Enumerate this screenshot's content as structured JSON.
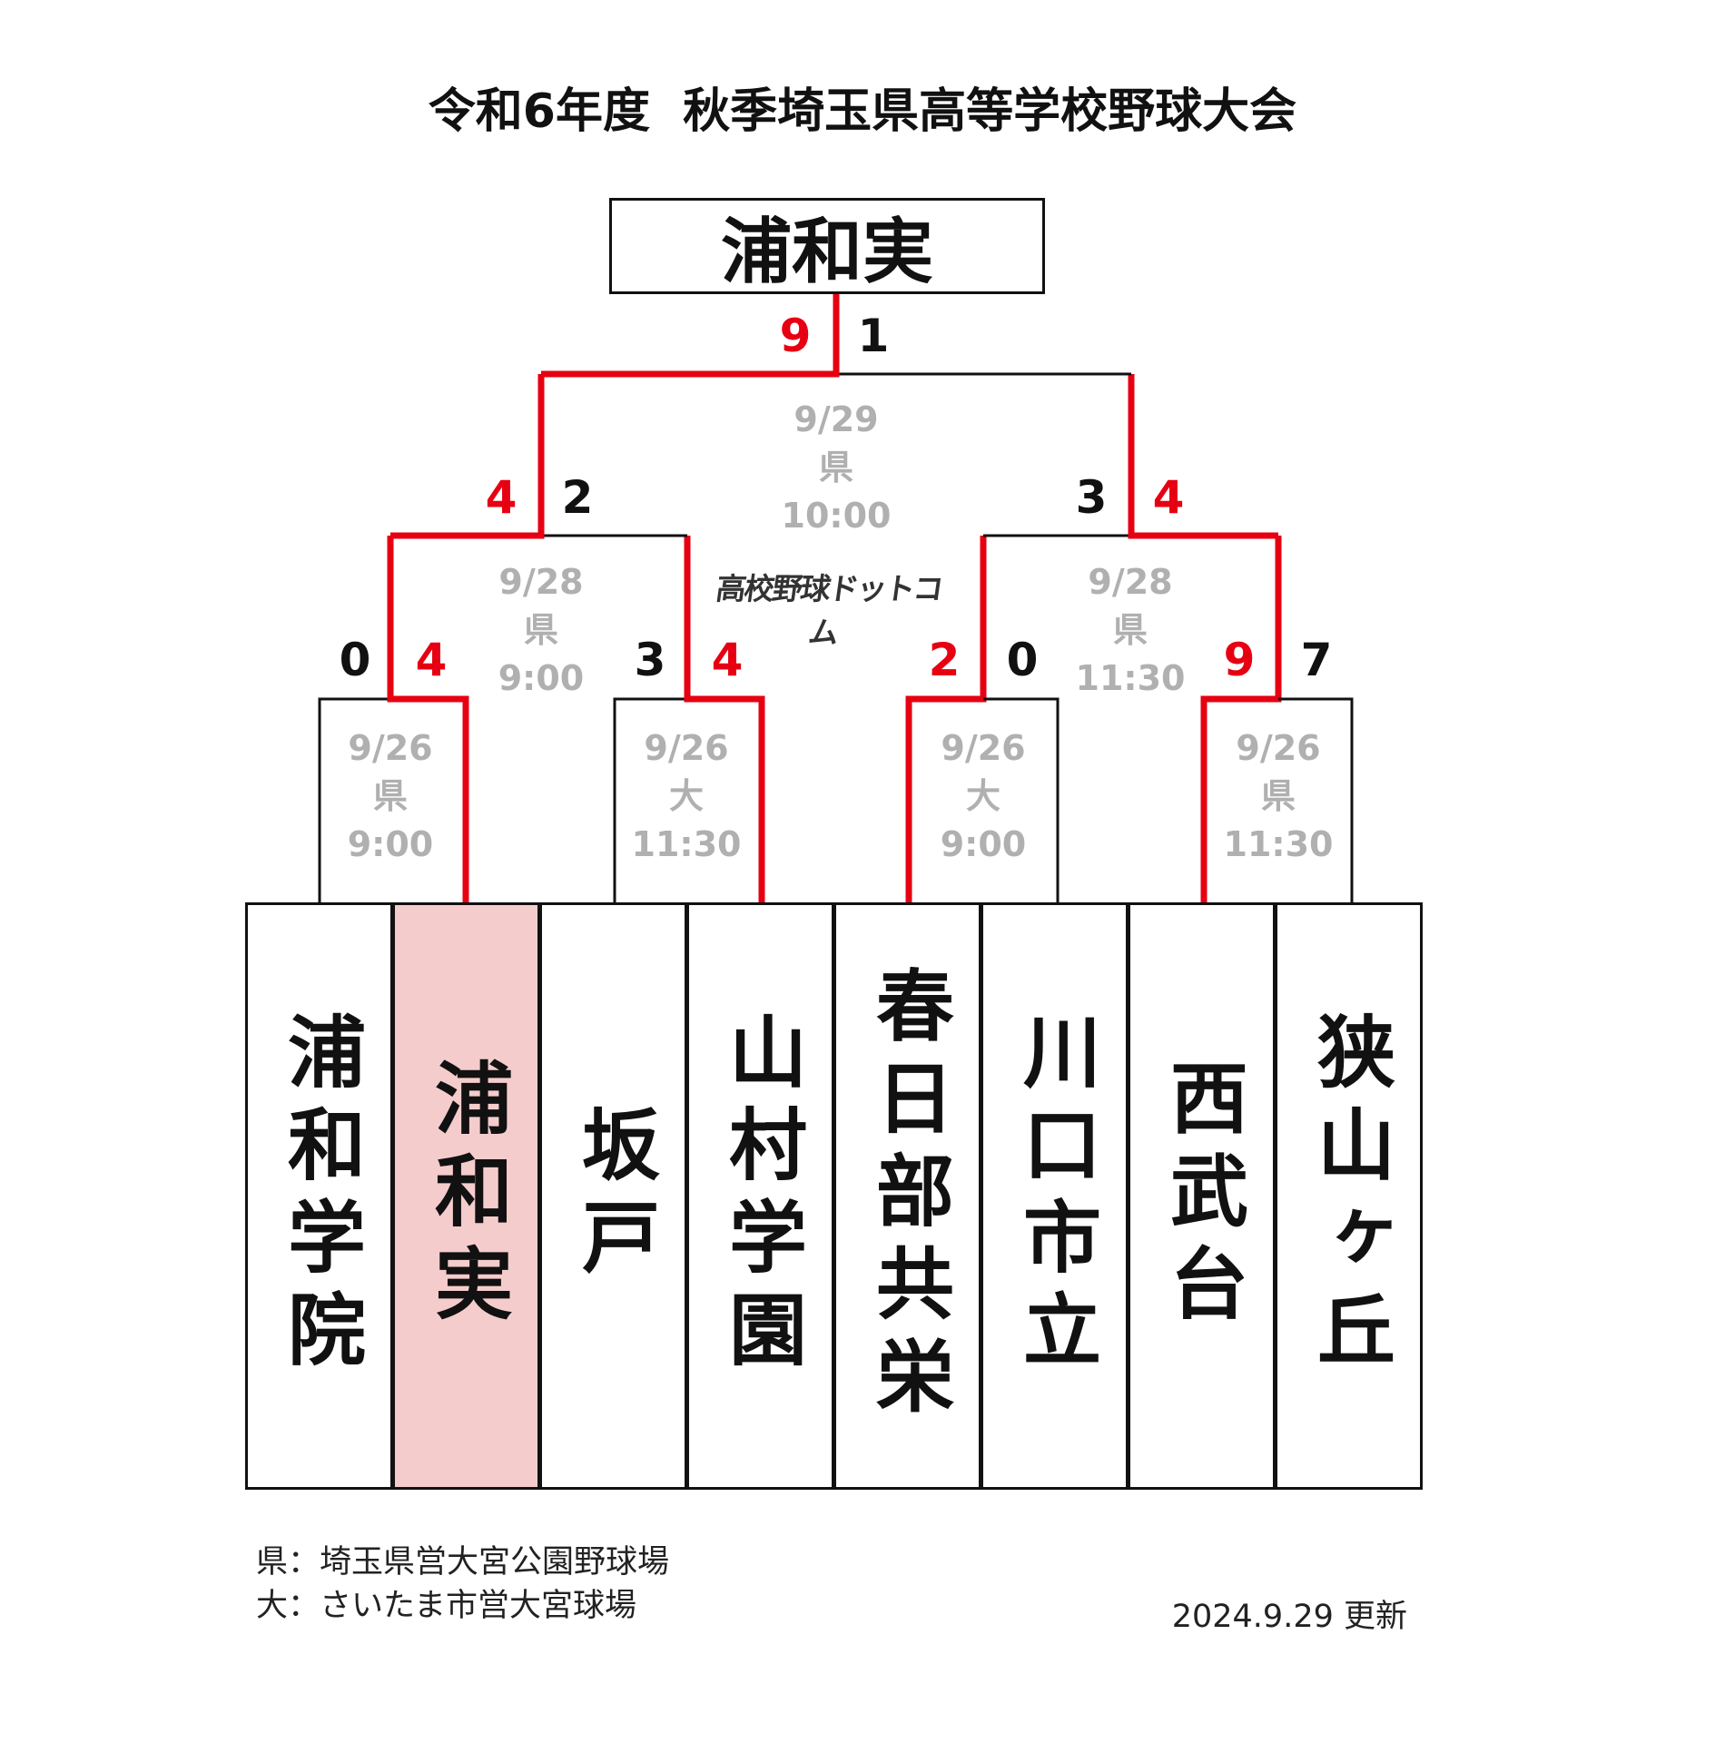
{
  "title": "令和6年度  秋季埼玉県高等学校野球大会",
  "champion": "浦和実",
  "teams": [
    "浦和学院",
    "浦和実",
    "坂戸",
    "山村学園",
    "春日部共栄",
    "川口市立",
    "西武台",
    "狭山ヶ丘"
  ],
  "matches": {
    "r1_1": {
      "date": "9/26",
      "venue": "県",
      "time": "9:00",
      "score_left": "0",
      "score_right": "4"
    },
    "r1_2": {
      "date": "9/26",
      "venue": "大",
      "time": "11:30",
      "score_left": "3",
      "score_right": "4"
    },
    "r1_3": {
      "date": "9/26",
      "venue": "大",
      "time": "9:00",
      "score_left": "2",
      "score_right": "0"
    },
    "r1_4": {
      "date": "9/26",
      "venue": "県",
      "time": "11:30",
      "score_left": "9",
      "score_right": "7"
    },
    "sf_1": {
      "date": "9/28",
      "venue": "県",
      "time": "9:00",
      "score_left": "4",
      "score_right": "2"
    },
    "sf_2": {
      "date": "9/28",
      "venue": "県",
      "time": "11:30",
      "score_left": "3",
      "score_right": "4"
    },
    "final": {
      "date": "9/29",
      "venue": "県",
      "time": "10:00",
      "score_left": "9",
      "score_right": "1"
    }
  },
  "logo_text": "高校野球ドットコム",
  "legend": [
    "県：埼玉県営大宮公園野球場",
    "大：さいたま市営大宮球場"
  ],
  "updated": "2024.9.29 更新",
  "colors": {
    "win_line": "#e60012",
    "lose_line": "#111111",
    "winner_fill": "#f5cccc",
    "info_text": "#b0b0b0"
  }
}
